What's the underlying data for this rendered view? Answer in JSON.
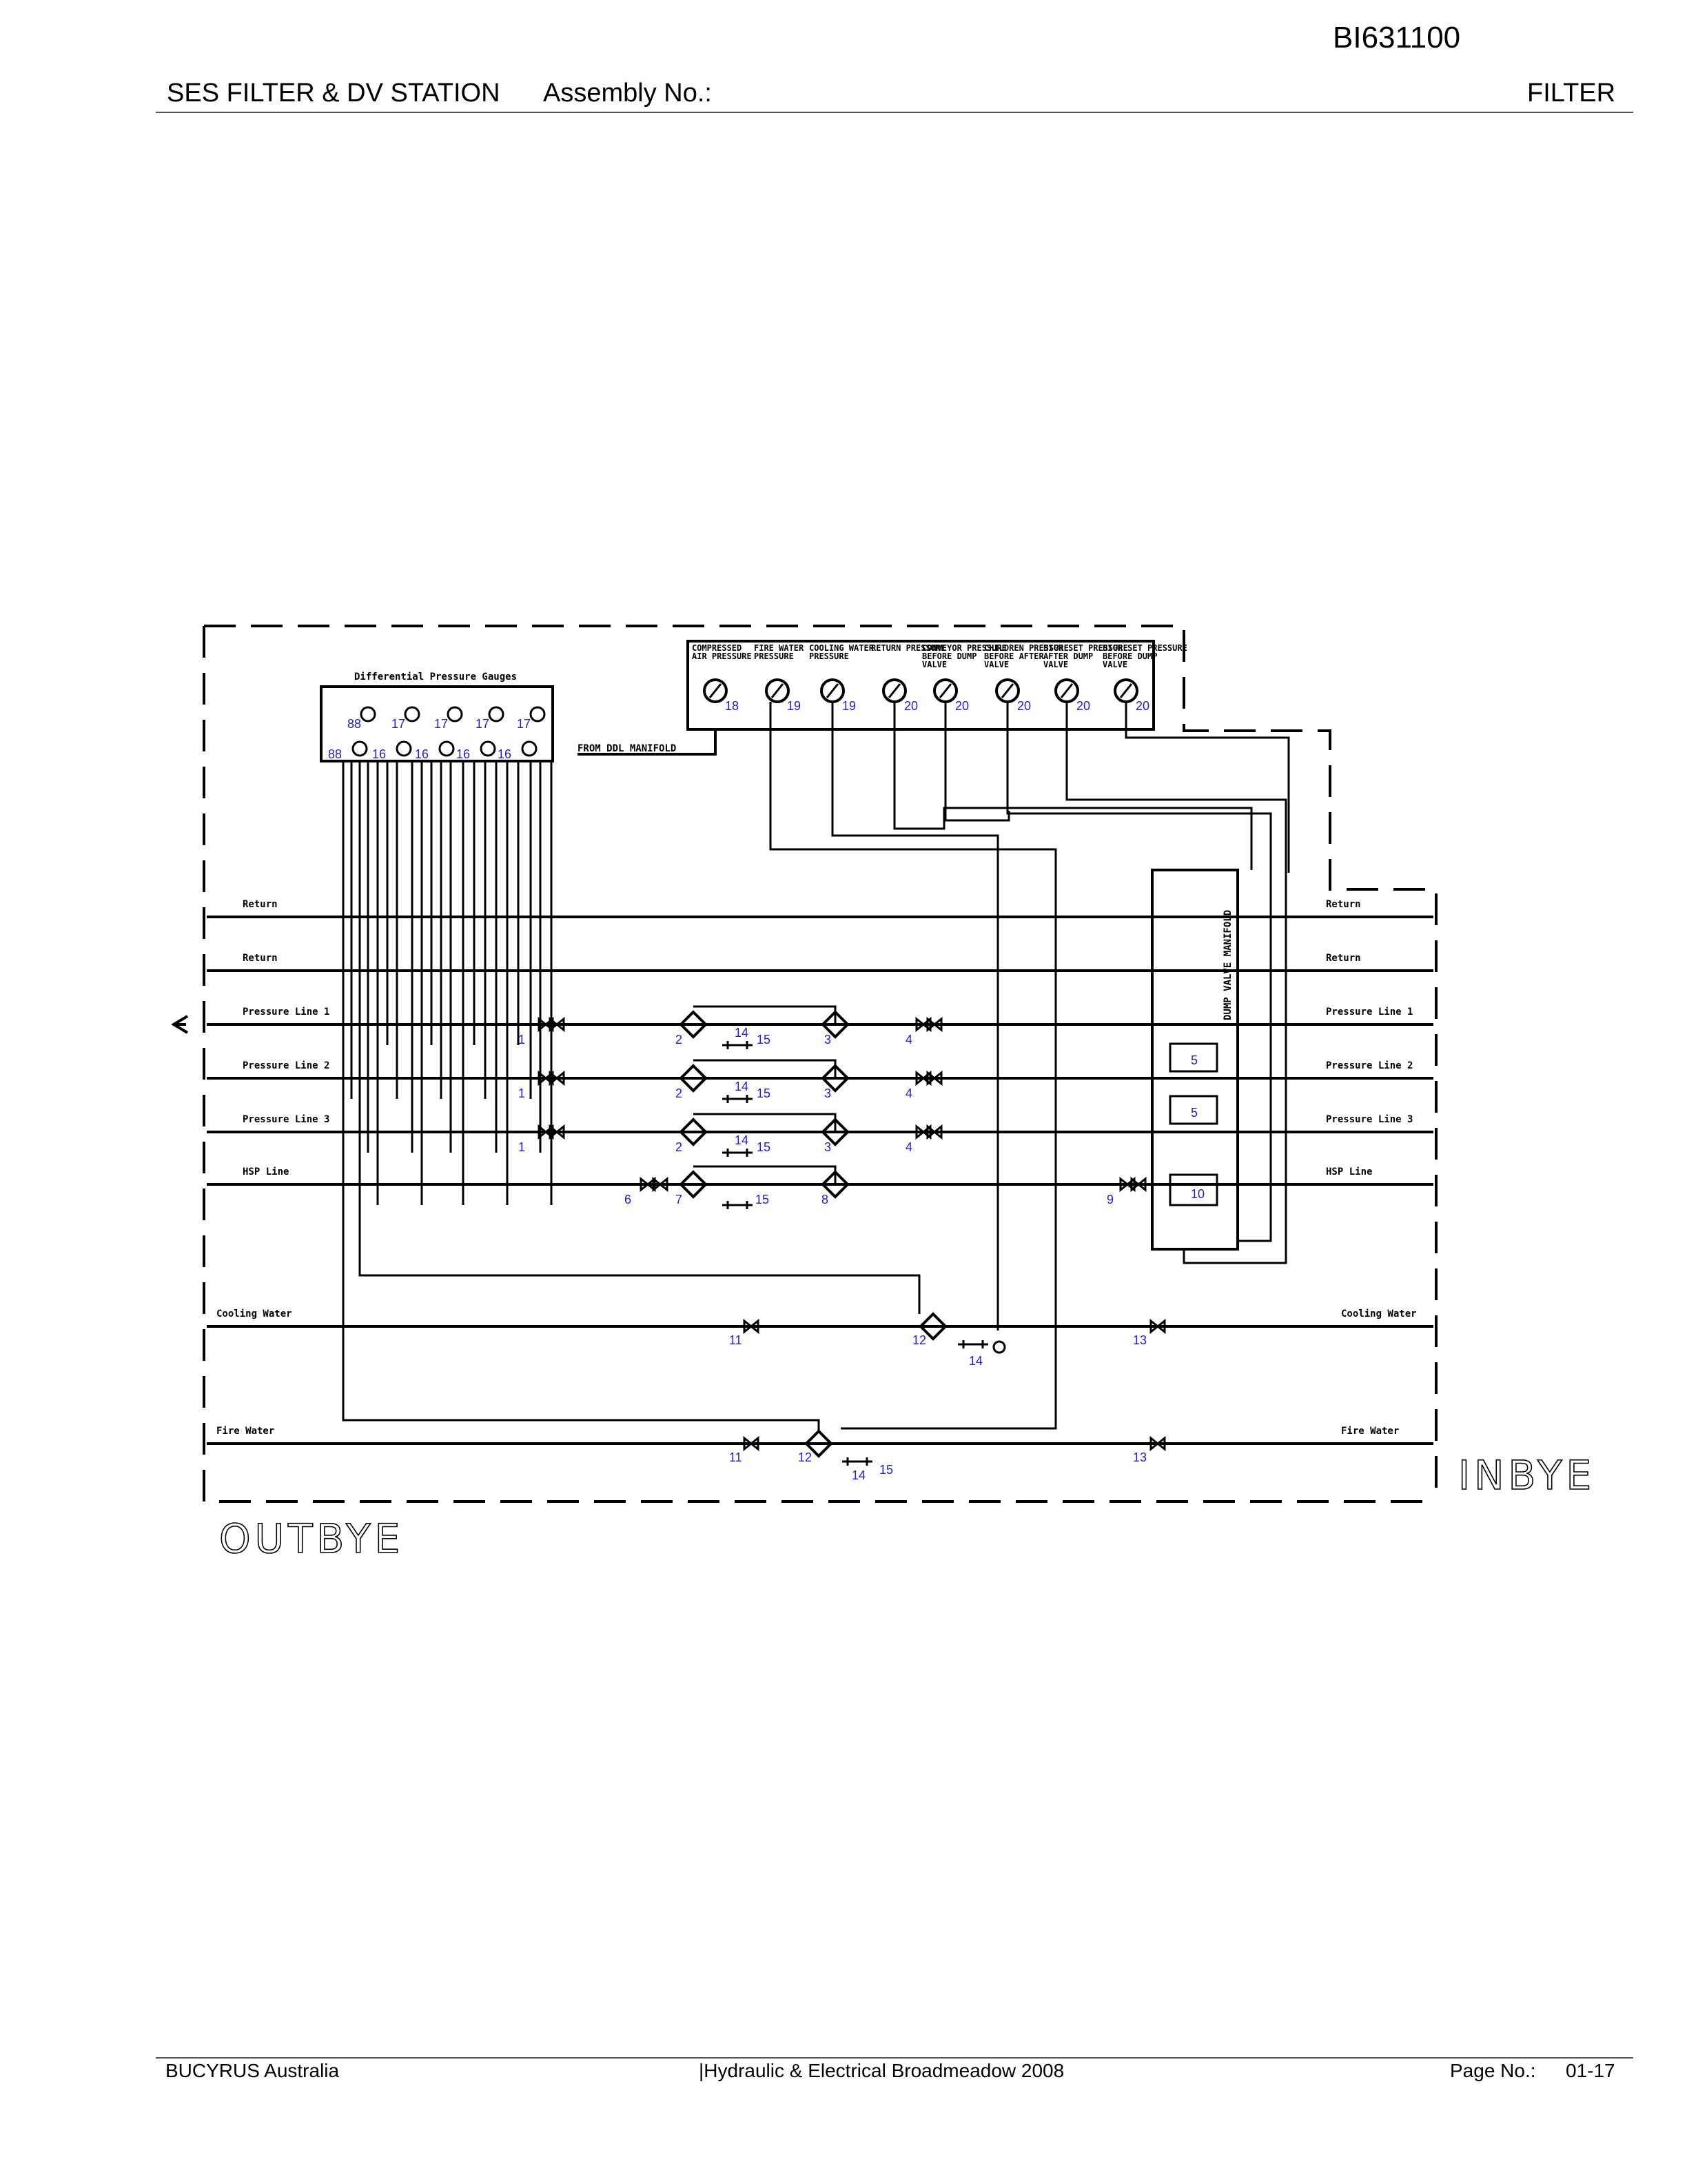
{
  "header": {
    "doc_number": "BI631100",
    "title": "SES FILTER & DV STATION",
    "assembly_label": "Assembly No.:",
    "section": "FILTER"
  },
  "footer": {
    "company": "BUCYRUS Australia",
    "center": "|Hydraulic & Electrical Broadmeadow 2008",
    "page_label": "Page No.:",
    "page_number": "01-17"
  },
  "diagram": {
    "outbye_label": "OUTBYE",
    "inbye_label": "INBYE",
    "gauge_panel_title": "Differential Pressure Gauges",
    "from_manifold": "FROM DDL MANIFOLD",
    "dump_valve_manifold": "DUMP VALVE MANIFOLD",
    "left_lines": [
      "Return",
      "Return",
      "Pressure Line 1",
      "Pressure Line 2",
      "Pressure Line 3",
      "HSP Line",
      "Cooling Water",
      "Fire Water"
    ],
    "right_lines": [
      "Return",
      "Return",
      "Pressure Line 1",
      "Pressure Line 2",
      "Pressure Line 3",
      "HSP Line",
      "Cooling Water",
      "Fire Water"
    ],
    "top_gauges": [
      "COMPRESSED AIR PRESSURE",
      "FIRE WATER PRESSURE",
      "COOLING WATER PRESSURE",
      "RETURN PRESSURE",
      "CONVEYOR PRESSURE BEFORE DUMP VALVE",
      "CHILDREN PRESSURE BEFORE AFTER VALVE",
      "HIGH SET PRESSURE AFTER DUMP VALVE",
      "HIGH SET PRESSURE BEFORE DUMP VALVE"
    ],
    "top_gauge_numbers": [
      "18",
      "19",
      "19",
      "20",
      "20",
      "20",
      "20",
      "20"
    ],
    "diff_gauge_top_numbers": [
      "88",
      "17",
      "17",
      "17",
      "17"
    ],
    "diff_gauge_bottom_numbers": [
      "88",
      "16",
      "16",
      "16",
      "16"
    ],
    "line1_items": [
      "1",
      "2",
      "14",
      "15",
      "3",
      "4"
    ],
    "line2_items": [
      "1",
      "2",
      "14",
      "15",
      "3",
      "4"
    ],
    "line3_items": [
      "1",
      "2",
      "14",
      "15",
      "3",
      "4"
    ],
    "hsp_items": [
      "6",
      "7",
      "15",
      "8",
      "9"
    ],
    "manifold_items": [
      "5",
      "5",
      "10"
    ],
    "cooling_items": [
      "11",
      "12",
      "14",
      "13"
    ],
    "fire_items": [
      "11",
      "12",
      "14",
      "15",
      "13"
    ]
  }
}
